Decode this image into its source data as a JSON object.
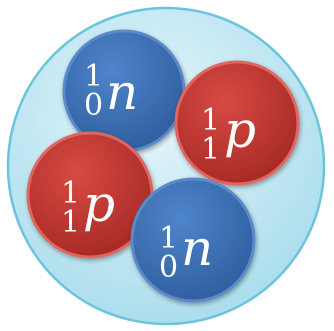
{
  "colors": {
    "nucleus_fill": "#bfe6f2",
    "nucleus_stroke": "#6cc4dc",
    "neutron": "#3d70b8",
    "proton": "#c63a35"
  },
  "particles": [
    {
      "kind": "neutron",
      "mass_number": "1",
      "atomic_number": "0",
      "symbol": "n"
    },
    {
      "kind": "proton",
      "mass_number": "1",
      "atomic_number": "1",
      "symbol": "p"
    },
    {
      "kind": "proton",
      "mass_number": "1",
      "atomic_number": "1",
      "symbol": "p"
    },
    {
      "kind": "neutron",
      "mass_number": "1",
      "atomic_number": "0",
      "symbol": "n"
    }
  ]
}
